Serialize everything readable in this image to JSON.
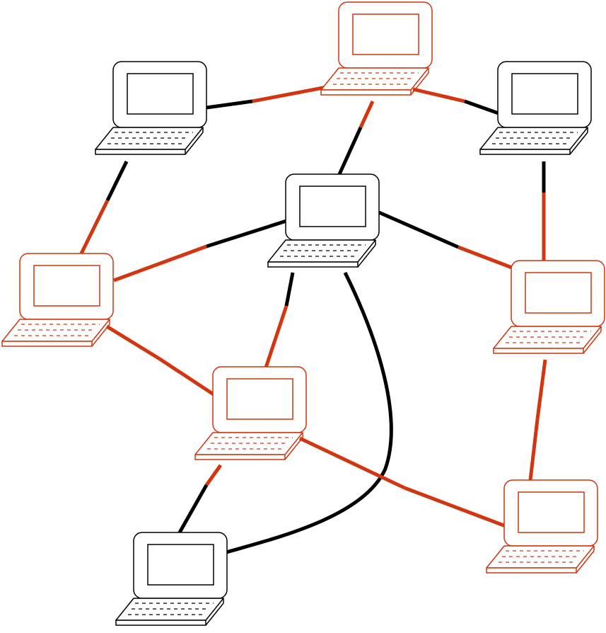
{
  "colors": {
    "red": "#d2350f",
    "black": "#000000",
    "background": "#ffffff"
  },
  "nodes": [
    {
      "id": "top-center",
      "color": "red",
      "icon": "laptop-icon"
    },
    {
      "id": "top-left",
      "color": "black",
      "icon": "laptop-icon"
    },
    {
      "id": "top-right",
      "color": "black",
      "icon": "laptop-icon"
    },
    {
      "id": "center",
      "color": "black",
      "icon": "laptop-icon"
    },
    {
      "id": "middle-left",
      "color": "red",
      "icon": "laptop-icon"
    },
    {
      "id": "middle-right",
      "color": "red",
      "icon": "laptop-icon"
    },
    {
      "id": "lower-center",
      "color": "red",
      "icon": "laptop-icon"
    },
    {
      "id": "bottom-right",
      "color": "red",
      "icon": "laptop-icon"
    },
    {
      "id": "bottom-left",
      "color": "black",
      "icon": "laptop-icon"
    }
  ],
  "edges": [
    {
      "from": "top-left",
      "to": "top-center"
    },
    {
      "from": "top-center",
      "to": "top-right"
    },
    {
      "from": "top-center",
      "to": "center"
    },
    {
      "from": "top-left",
      "to": "middle-left"
    },
    {
      "from": "top-right",
      "to": "middle-right"
    },
    {
      "from": "center",
      "to": "middle-left"
    },
    {
      "from": "center",
      "to": "middle-right"
    },
    {
      "from": "center",
      "to": "lower-center"
    },
    {
      "from": "center",
      "to": "bottom-left"
    },
    {
      "from": "middle-left",
      "to": "lower-center"
    },
    {
      "from": "middle-right",
      "to": "bottom-right"
    },
    {
      "from": "lower-center",
      "to": "bottom-right"
    },
    {
      "from": "lower-center",
      "to": "bottom-left"
    }
  ]
}
